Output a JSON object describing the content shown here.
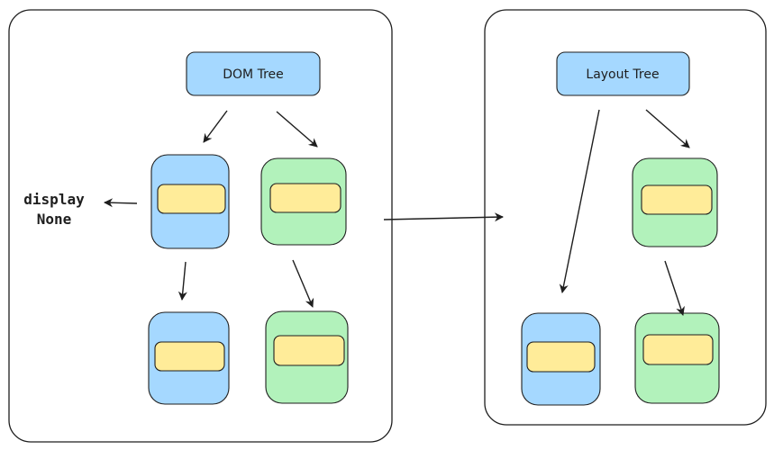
{
  "dom_panel": {
    "title": "DOM Tree"
  },
  "layout_panel": {
    "title": "Layout Tree"
  },
  "annotation": {
    "line1": "display",
    "line2": "None"
  },
  "colors": {
    "blue_fill": "#a5d8ff",
    "green_fill": "#b2f2bb",
    "yellow_fill": "#ffec99",
    "stroke": "#1e1e1e"
  }
}
